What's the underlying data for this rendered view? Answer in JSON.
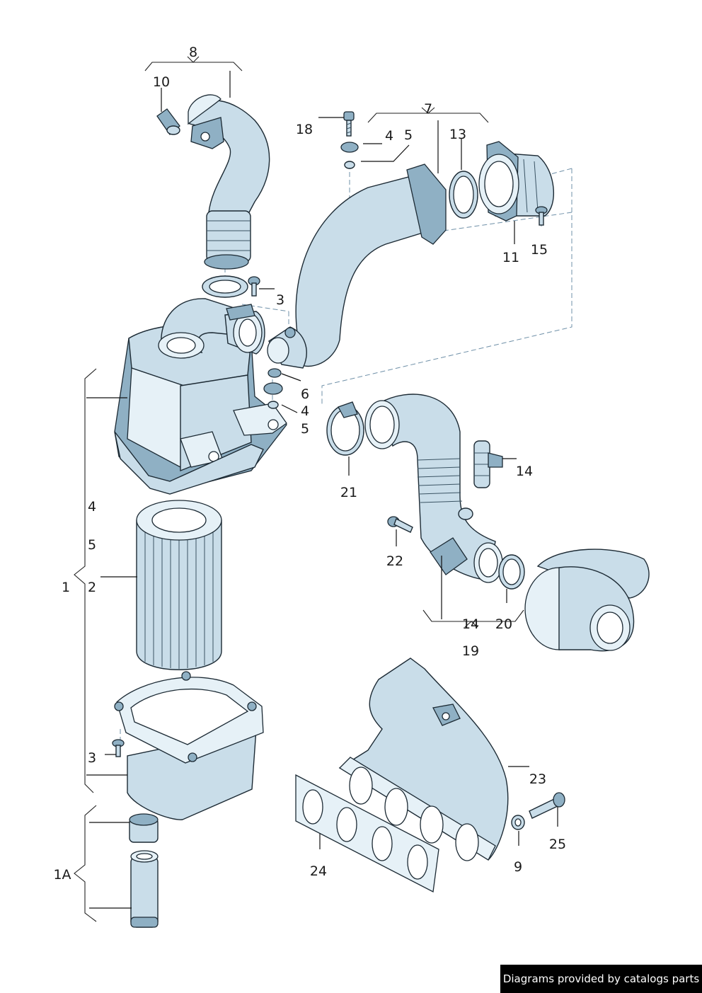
{
  "labels": {
    "l1": "1",
    "l1a": "1A",
    "l2": "2",
    "l3a": "3",
    "l3b": "3",
    "l4a": "4",
    "l4b": "4",
    "l4c": "4",
    "l5a": "5",
    "l5b": "5",
    "l5c": "5",
    "l6": "6",
    "l7": "7",
    "l8": "8",
    "l9": "9",
    "l10": "10",
    "l11": "11",
    "l13": "13",
    "l14a": "14",
    "l14b": "14",
    "l15": "15",
    "l18": "18",
    "l19": "19",
    "l20": "20",
    "l21": "21",
    "l22": "22",
    "l23": "23",
    "l24": "24",
    "l25": "25"
  },
  "credit": "Diagrams provided by catalogs parts"
}
